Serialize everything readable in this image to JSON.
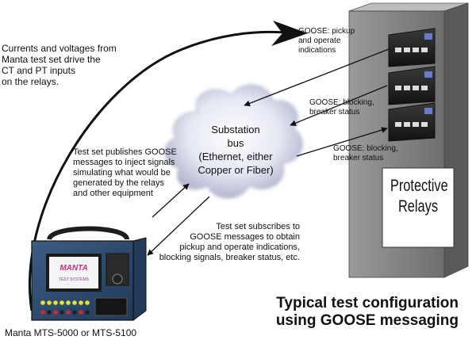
{
  "annotations": {
    "currents": [
      "Currents and voltages from",
      "Manta test set drive the",
      "CT and PT inputs",
      "on the relays."
    ],
    "goose_pickup": [
      "GOOSE: pickup",
      "and operate",
      "indications"
    ],
    "goose_blocking_1": [
      "GOOSE: blocking,",
      "breaker status"
    ],
    "goose_blocking_2": [
      "GOOSE: blocking,",
      "breaker status"
    ],
    "publishes": [
      "Test set publishes  GOOSE",
      "messages to inject signals",
      "simulating what would be",
      "generated by the relays",
      "and other equipment"
    ],
    "subscribes": [
      "Test set subscribes to",
      "GOOSE messages to obtain",
      "pickup and operate indications,",
      "blocking signals, breaker status, etc."
    ]
  },
  "cloud": {
    "lines": [
      "Substation",
      "bus",
      "(Ethernet, either",
      "Copper or Fiber)"
    ]
  },
  "relay_panel": {
    "lines": [
      "Protective",
      "Relays"
    ]
  },
  "device": {
    "brand_top": "MANTA",
    "brand_bottom": "TEST SYSTEMS"
  },
  "title_lines": [
    "Typical test configuration",
    "using GOOSE messaging"
  ],
  "caption": "Manta MTS-5000 or MTS-5100"
}
